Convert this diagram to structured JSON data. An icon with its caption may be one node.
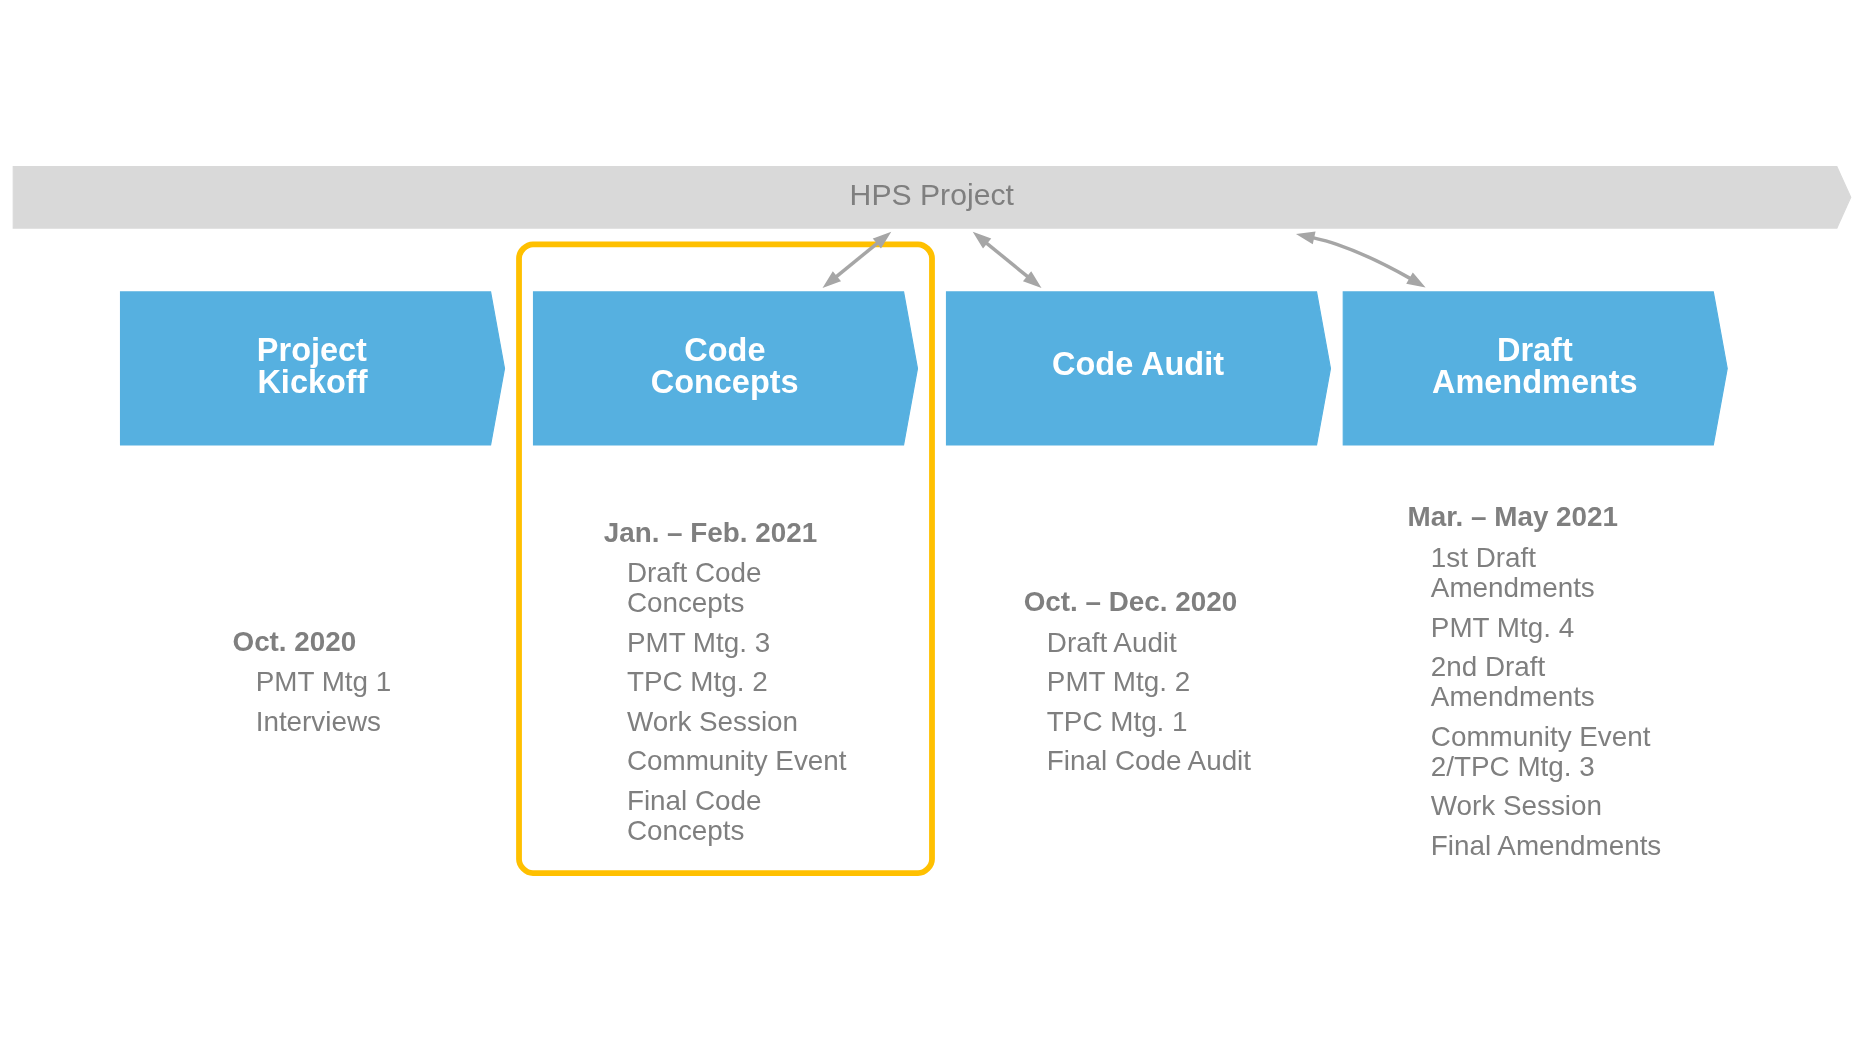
{
  "diagram": {
    "nodes": [
      {
        "text": [
          "HPS Project"
        ]
      },
      {
        "text": [
          "Project Kickoff"
        ],
        "beside": [
          "Oct. 2020",
          "PMT Mtg 1",
          "Interviews"
        ]
      },
      {
        "text": [
          "Code Audit"
        ],
        "beside": [
          "Oct. – Dec. 2020",
          "Draft Audit",
          "PMT Mtg. 2",
          "TPC Mtg. 1",
          "Final Code Audit"
        ]
      },
      {
        "text": [],
        "shape": "box"
      },
      {
        "text": [
          "Code Concepts"
        ],
        "in": 3,
        "beside": [
          "Jan. – Feb. 2021",
          "Draft Code Concepts",
          "PMT Mtg. 3",
          "TPC Mtg. 2",
          "Work Session",
          "Community Event",
          "Final Code Concepts"
        ]
      },
      {
        "text": [
          "Draft Amendments"
        ],
        "beside": [
          "Mar. – May 2021",
          "1st Draft Amendments",
          "PMT Mtg. 4",
          "2nd Draft Amendments",
          "Community Event 2/TPC Mtg. 3",
          "Work Session",
          "Final Amendments"
        ]
      }
    ],
    "edges": [
      {
        "from": 0,
        "to": 2,
        "arrow": "both"
      },
      {
        "from": 0,
        "to": 4,
        "arrow": "both"
      },
      {
        "from": 0,
        "to": 5,
        "arrow": "both"
      }
    ]
  }
}
